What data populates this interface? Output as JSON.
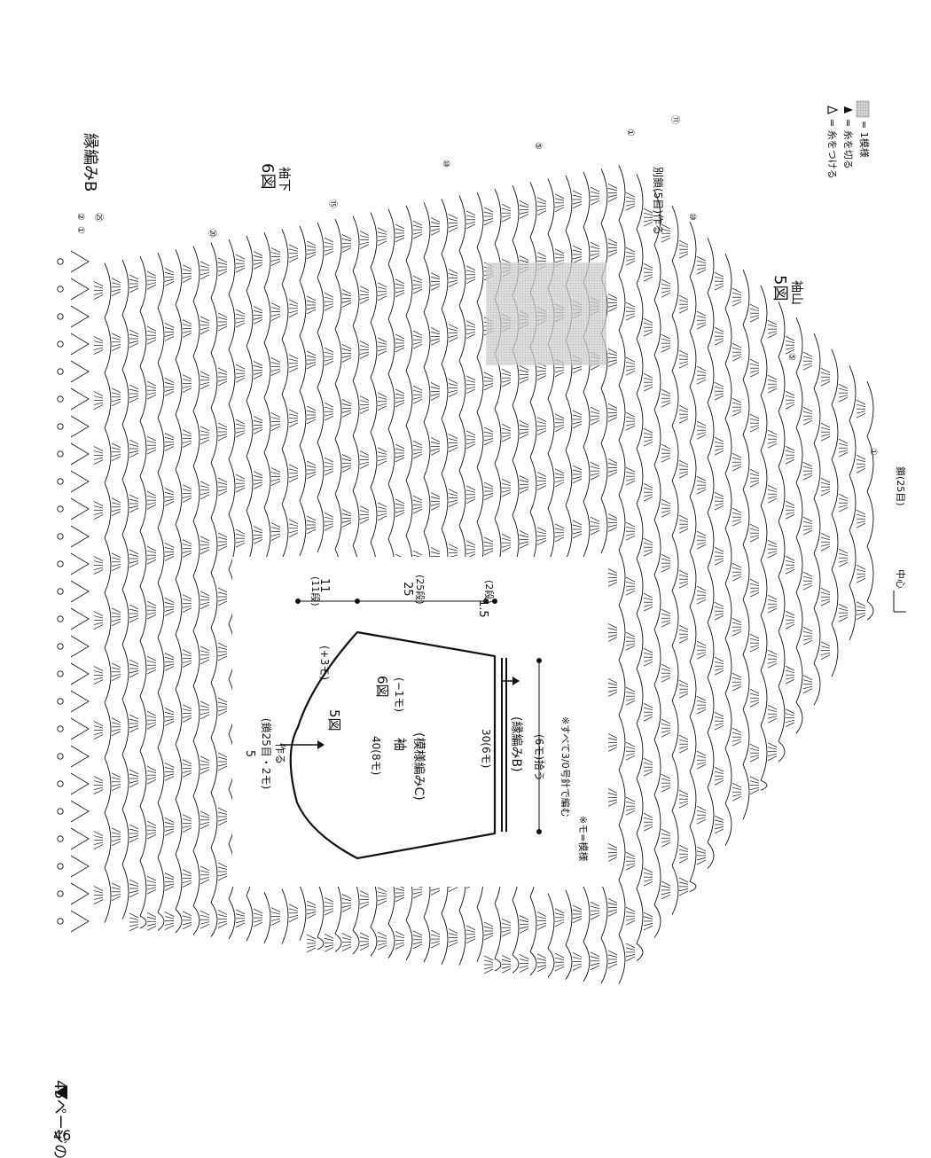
{
  "page_number": "46",
  "continuation": "45ページの続き",
  "figure_6": {
    "label": "6図",
    "caption": "袖下"
  },
  "figure_5": {
    "label": "5図",
    "caption": "袖山"
  },
  "edging_label": "縁編みB",
  "right_notes": {
    "chain_made": "別鎖(5目)作る",
    "chain_center": "鎖(25目)",
    "center": "中心"
  },
  "legend": {
    "attach": "= 糸をつける",
    "cut": "= 糸を切る",
    "repeat": "= 1模様"
  },
  "row_markers": [
    "②",
    "①",
    "㉕",
    "⑳",
    "⑮",
    "⑩",
    "⑤",
    "①",
    "⑪",
    "⑩",
    "⑤",
    "①"
  ],
  "schematic": {
    "top_width": "5",
    "top_sub": "(鎖25目・2モ)",
    "top_make": "作る",
    "plus3": "(+3モ)",
    "fig5": "5図",
    "fig6": "6図",
    "minus1": "(−1モ)",
    "center_title": "袖",
    "center_sub": "(模様編みC)",
    "left_width": "40(8モ)",
    "right_width": "30(6モ)",
    "edging": "(縁編みB)",
    "pickup": "(6モ)拾う",
    "rows_11": "11",
    "rows_11b": "(11段)",
    "rows_25": "25",
    "rows_25b": "(25段)",
    "rows_15": "1.5",
    "rows_2b": "(2段)",
    "note_1": "※すべて3/0号針で編む",
    "note_2": "※モ=模様"
  },
  "colors": {
    "line": "#111111",
    "shade": "#bdbdbd"
  }
}
